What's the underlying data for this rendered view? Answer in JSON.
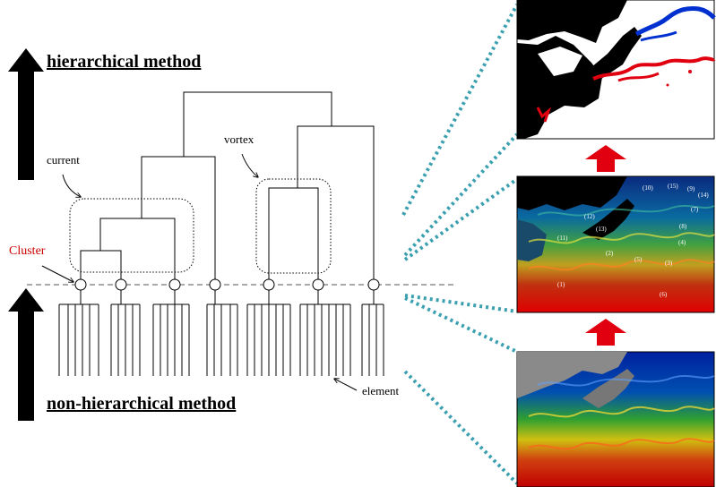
{
  "labels": {
    "top_method": "hierarchical method",
    "bottom_method": "non-hierarchical method",
    "current": "current",
    "vortex": "vortex",
    "cluster": "Cluster",
    "element": "element"
  },
  "map_markers": [
    "(10)",
    "(15)",
    "(9)",
    "(14)",
    "(7)",
    "(12)",
    "(13)",
    "(11)",
    "(8)",
    "(4)",
    "(2)",
    "(5)",
    "(3)",
    "(1)",
    "(6)"
  ],
  "colors": {
    "line": "#000000",
    "cluster_label": "#cc0000",
    "dotted_connector": "#3aa0b0",
    "transition_arrow": "#e00010",
    "land_dark": "#000000",
    "land_white": "#ffffff"
  },
  "icons": {
    "upward_arrow": "black-up-arrow-icon",
    "transition": "red-up-arrow-icon"
  }
}
